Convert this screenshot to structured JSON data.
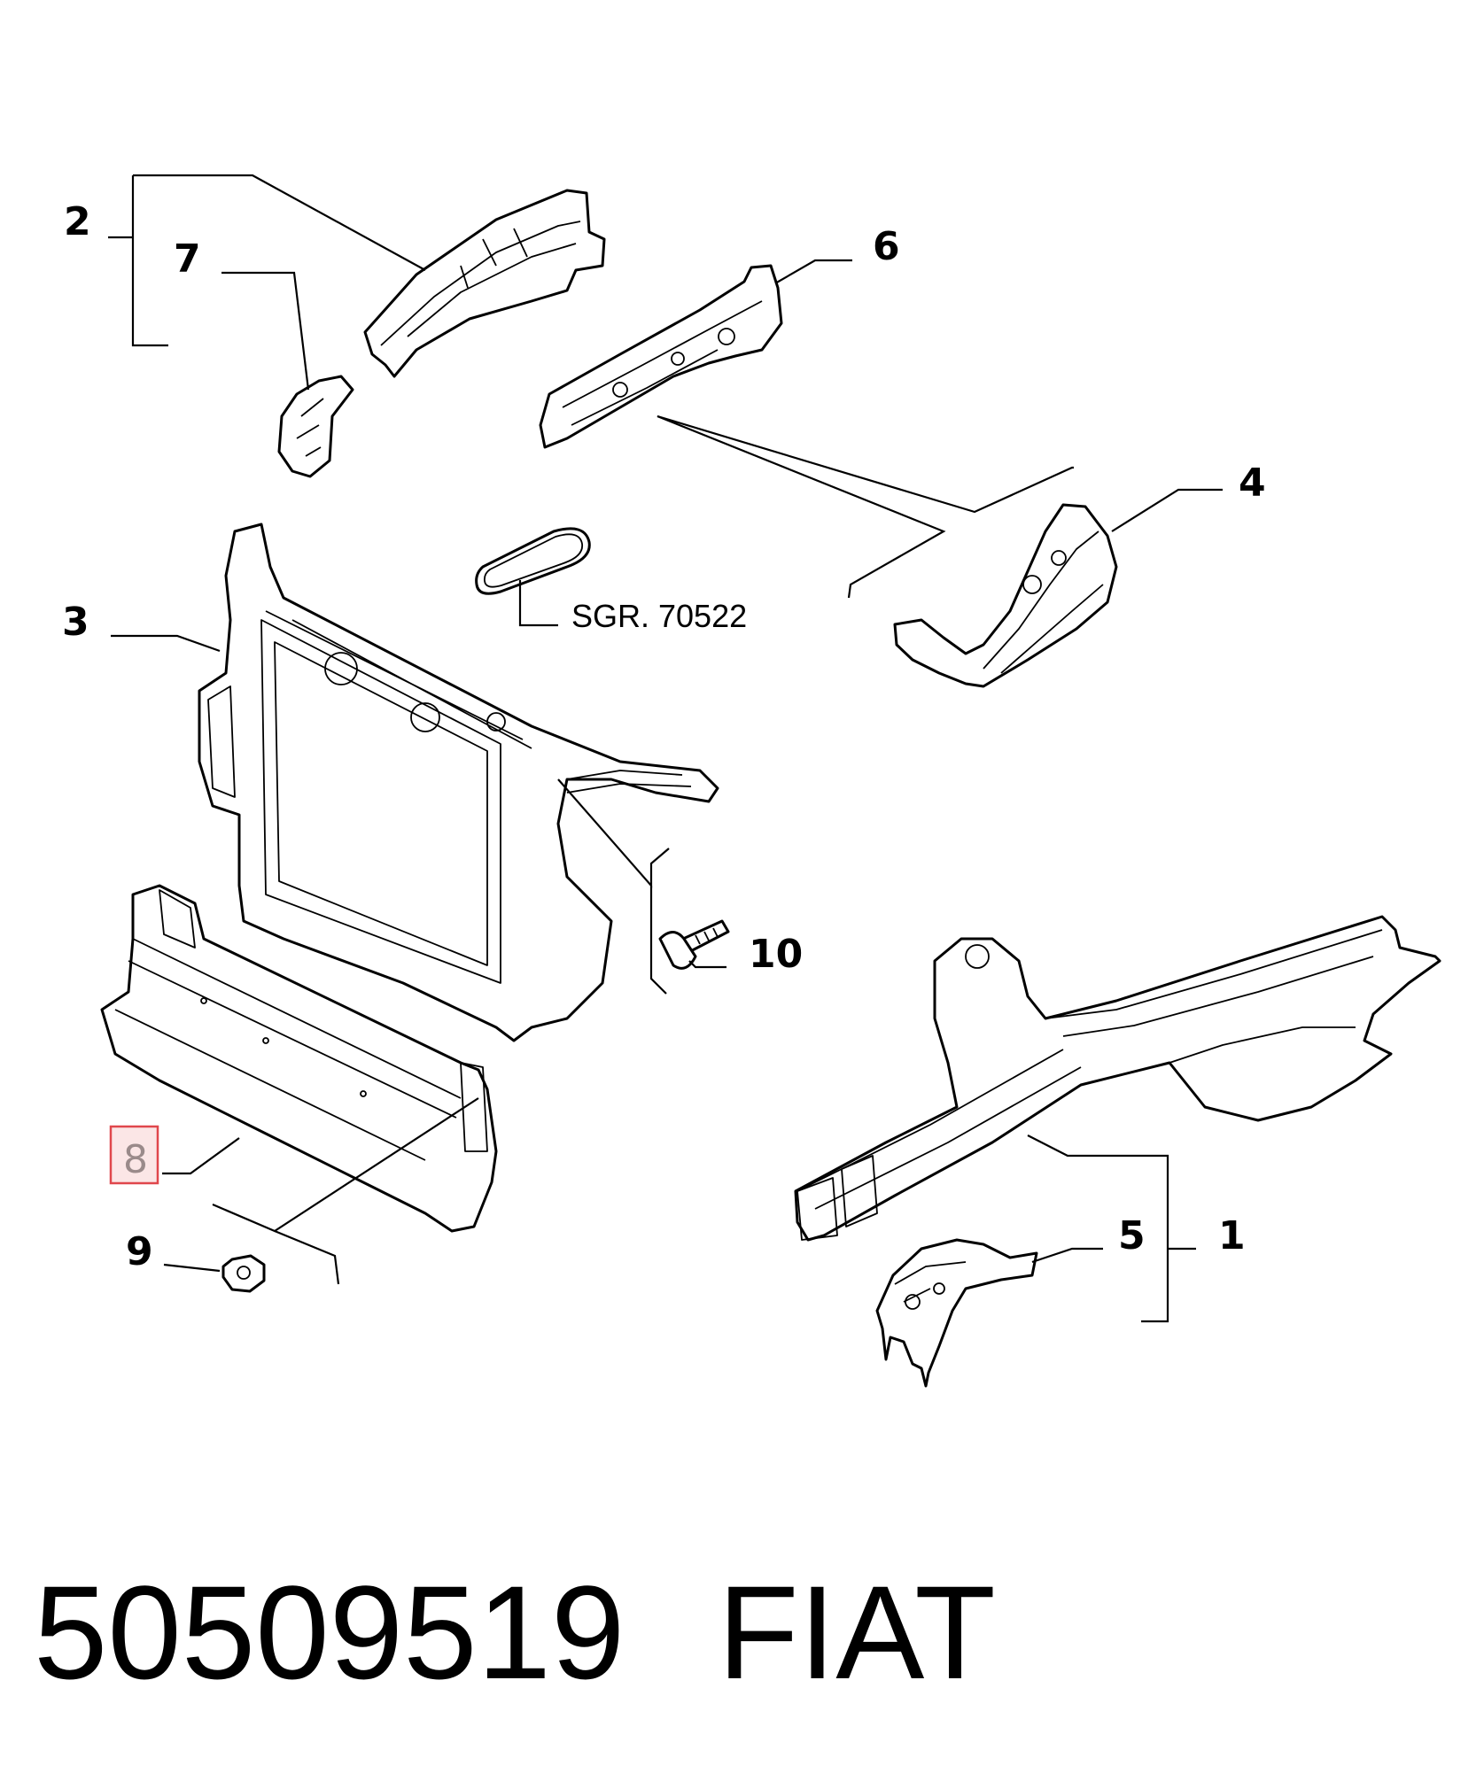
{
  "callouts": {
    "c1": "1",
    "c2": "2",
    "c3": "3",
    "c4": "4",
    "c5": "5",
    "c6": "6",
    "c7": "7",
    "c8": "8",
    "c9": "9",
    "c10": "10"
  },
  "reference_label": "SGR. 70522",
  "footer": {
    "part_number": "50509519",
    "brand": "FIAT"
  },
  "colors": {
    "highlight_border": "#e0474c",
    "highlight_fill": "#fbe6e6",
    "line": "#000000"
  }
}
